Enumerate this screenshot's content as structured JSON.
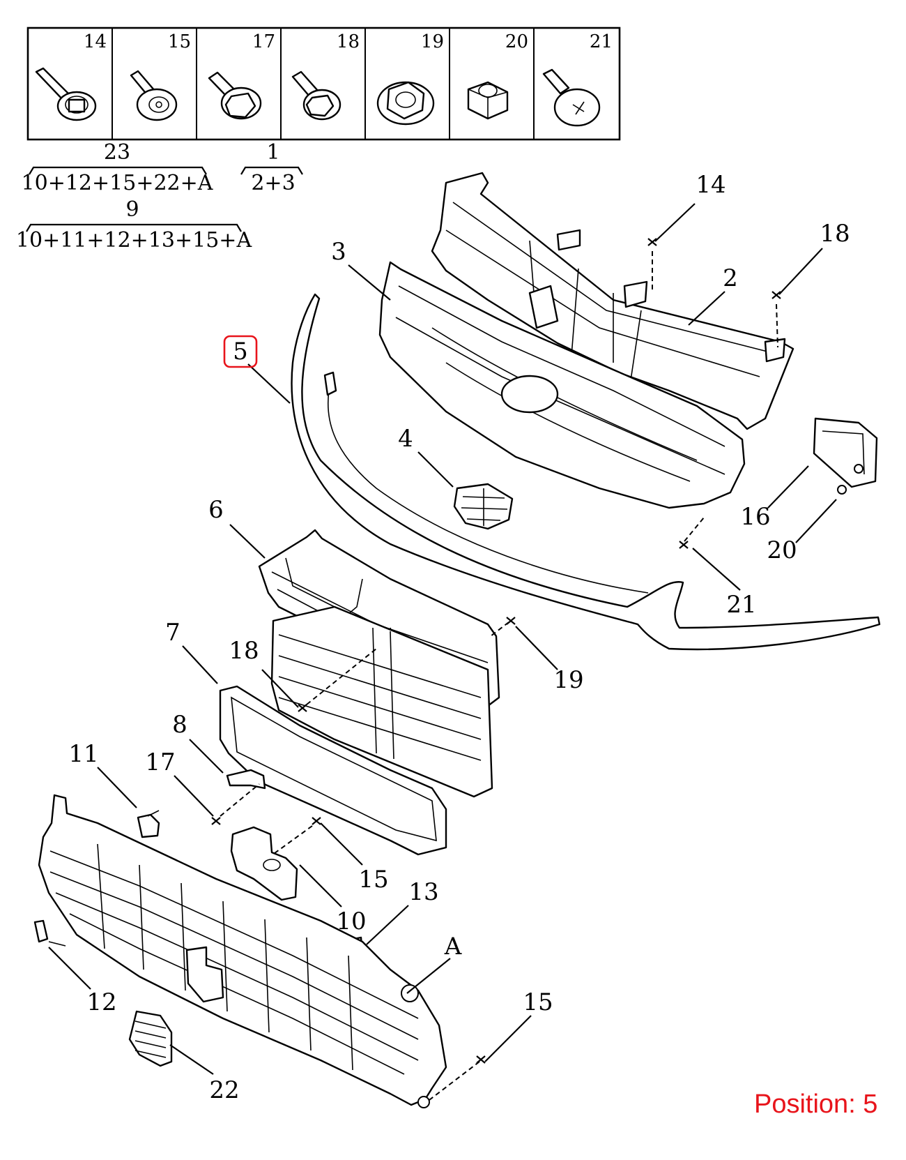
{
  "hardware": [
    {
      "num": "14",
      "icon": "bolt-with-washer-icon"
    },
    {
      "num": "15",
      "icon": "screw-with-washer-icon"
    },
    {
      "num": "17",
      "icon": "flange-bolt-icon"
    },
    {
      "num": "18",
      "icon": "hex-bolt-icon"
    },
    {
      "num": "19",
      "icon": "flange-nut-icon"
    },
    {
      "num": "20",
      "icon": "hex-nut-icon"
    },
    {
      "num": "21",
      "icon": "tapping-screw-icon"
    }
  ],
  "assemblies": [
    {
      "num": "23",
      "formula": "10+12+15+22+A"
    },
    {
      "num": "1",
      "formula": "2+3"
    },
    {
      "num": "9",
      "formula": "10+11+12+13+15+A"
    }
  ],
  "callouts": {
    "c14": "14",
    "c18a": "18",
    "c3": "3",
    "c2": "2",
    "c5": "5",
    "c4": "4",
    "c16": "16",
    "c20": "20",
    "c6": "6",
    "c21": "21",
    "c7": "7",
    "c18b": "18",
    "c19": "19",
    "c8": "8",
    "c11": "11",
    "c17": "17",
    "c15a": "15",
    "c10": "10",
    "c13": "13",
    "cA": "A",
    "c12": "12",
    "c15b": "15",
    "c22": "22"
  },
  "highlight_callout": "5",
  "highlight_color": "#e8141b",
  "position_label": "Position: 5"
}
